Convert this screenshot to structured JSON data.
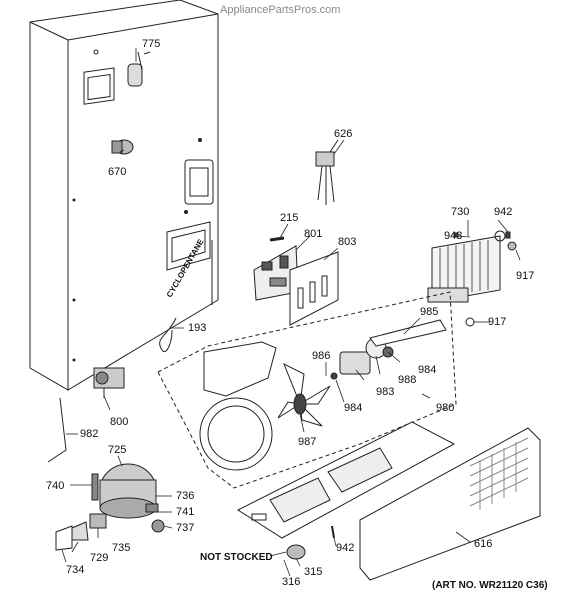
{
  "watermark": "AppliancePartsPros.com",
  "cabinet_text": "CYCLOPENTANE",
  "not_stocked": "NOT STOCKED",
  "art_no": "(ART NO. WR21120 C36)",
  "parts": [
    {
      "id": "775",
      "label": "775"
    },
    {
      "id": "626",
      "label": "626"
    },
    {
      "id": "670",
      "label": "670"
    },
    {
      "id": "215",
      "label": "215"
    },
    {
      "id": "801",
      "label": "801"
    },
    {
      "id": "803",
      "label": "803"
    },
    {
      "id": "730",
      "label": "730"
    },
    {
      "id": "942a",
      "label": "942"
    },
    {
      "id": "943",
      "label": "943"
    },
    {
      "id": "917a",
      "label": "917"
    },
    {
      "id": "917b",
      "label": "917"
    },
    {
      "id": "985",
      "label": "985"
    },
    {
      "id": "193",
      "label": "193"
    },
    {
      "id": "986",
      "label": "986"
    },
    {
      "id": "984a",
      "label": "984"
    },
    {
      "id": "984b",
      "label": "984"
    },
    {
      "id": "988",
      "label": "988"
    },
    {
      "id": "983",
      "label": "983"
    },
    {
      "id": "980",
      "label": "980"
    },
    {
      "id": "800",
      "label": "800"
    },
    {
      "id": "987",
      "label": "987"
    },
    {
      "id": "982",
      "label": "982"
    },
    {
      "id": "725",
      "label": "725"
    },
    {
      "id": "740",
      "label": "740"
    },
    {
      "id": "736",
      "label": "736"
    },
    {
      "id": "741",
      "label": "741"
    },
    {
      "id": "737",
      "label": "737"
    },
    {
      "id": "735",
      "label": "735"
    },
    {
      "id": "729",
      "label": "729"
    },
    {
      "id": "734",
      "label": "734"
    },
    {
      "id": "942b",
      "label": "942"
    },
    {
      "id": "616",
      "label": "616"
    },
    {
      "id": "315",
      "label": "315"
    },
    {
      "id": "316",
      "label": "316"
    }
  ]
}
